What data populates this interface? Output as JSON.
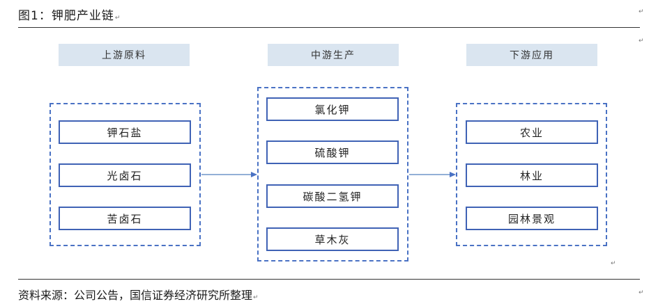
{
  "caption": {
    "text": "图1：钾肥产业链",
    "return_mark": "↵"
  },
  "return_mark": "↵",
  "columns": [
    {
      "header": "上游原料",
      "items": [
        "钾石盐",
        "光卤石",
        "苦卤石"
      ]
    },
    {
      "header": "中游生产",
      "items": [
        "氯化钾",
        "硫酸钾",
        "碳酸二氢钾",
        "草木灰"
      ]
    },
    {
      "header": "下游应用",
      "items": [
        "农业",
        "林业",
        "园林景观"
      ]
    }
  ],
  "colors": {
    "header_fill": "#dae5f0",
    "border": "#3f62b5",
    "dashed": "#4a72c4",
    "arrow": "#6f95c8"
  },
  "source": {
    "text": "资料来源：公司公告，国信证券经济研究所整理"
  }
}
